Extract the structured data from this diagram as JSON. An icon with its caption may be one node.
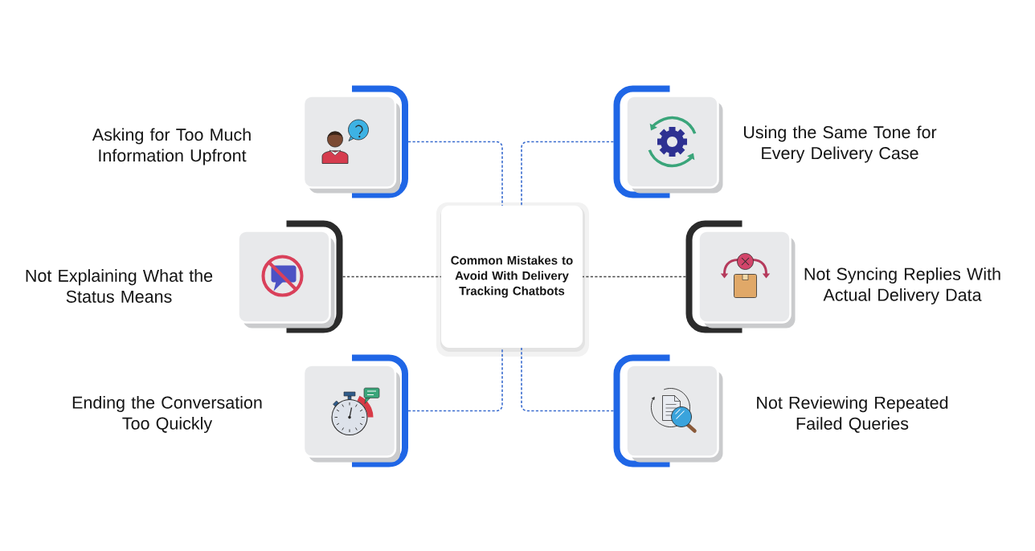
{
  "diagram": {
    "nodes": [
      {
        "text": [
          "Asking for Too Much Information Upfront"
        ]
      },
      {
        "text": [
          "Using the Same Tone for Every Delivery Case"
        ]
      },
      {
        "text": [
          "Not Explaining What the Status Means"
        ]
      },
      {
        "text": [
          "Common Mistakes to Avoid With Delivery Tracking Chatbots"
        ]
      },
      {
        "text": [
          "Not Syncing Replies With Actual Delivery Data"
        ]
      },
      {
        "text": [
          "Ending the Conversation Too Quickly"
        ]
      },
      {
        "text": [
          "Not Reviewing Repeated Failed Queries"
        ]
      }
    ],
    "edges": [
      {
        "from": 0,
        "to": 3,
        "arrow": "none",
        "style": "dashed"
      },
      {
        "from": 1,
        "to": 3,
        "arrow": "none",
        "style": "dashed"
      },
      {
        "from": 2,
        "to": 3,
        "arrow": "none",
        "style": "dashed",
        "color": "#4a4a4a"
      },
      {
        "from": 4,
        "to": 3,
        "arrow": "none",
        "style": "dashed",
        "color": "#4a4a4a"
      },
      {
        "from": 5,
        "to": 3,
        "arrow": "none",
        "style": "dashed"
      },
      {
        "from": 6,
        "to": 3,
        "arrow": "none",
        "style": "dashed"
      }
    ]
  }
}
